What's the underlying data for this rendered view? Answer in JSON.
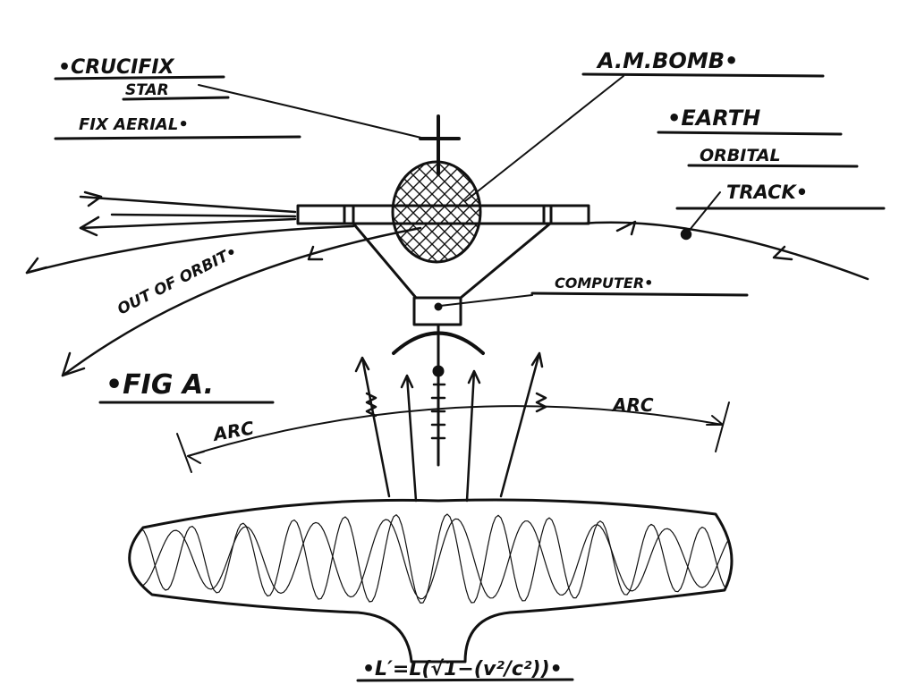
{
  "labels": {
    "crucifix": "•CRUCIFIX",
    "star": "STAR",
    "fix_aerial": "FIX AERIAL•",
    "am_bomb": "A.M.BOMB•",
    "earth": "•EARTH",
    "orbital": "ORBITAL",
    "track": "TRACK•",
    "computer": "COMPUTER•",
    "out_of_orbit": "OUT OF ORBIT•",
    "fig": "•FIG A.",
    "arc_right": "ARC",
    "arc_left": "ARC",
    "formula": "•L′=L(√1−(v²/c²))•"
  }
}
